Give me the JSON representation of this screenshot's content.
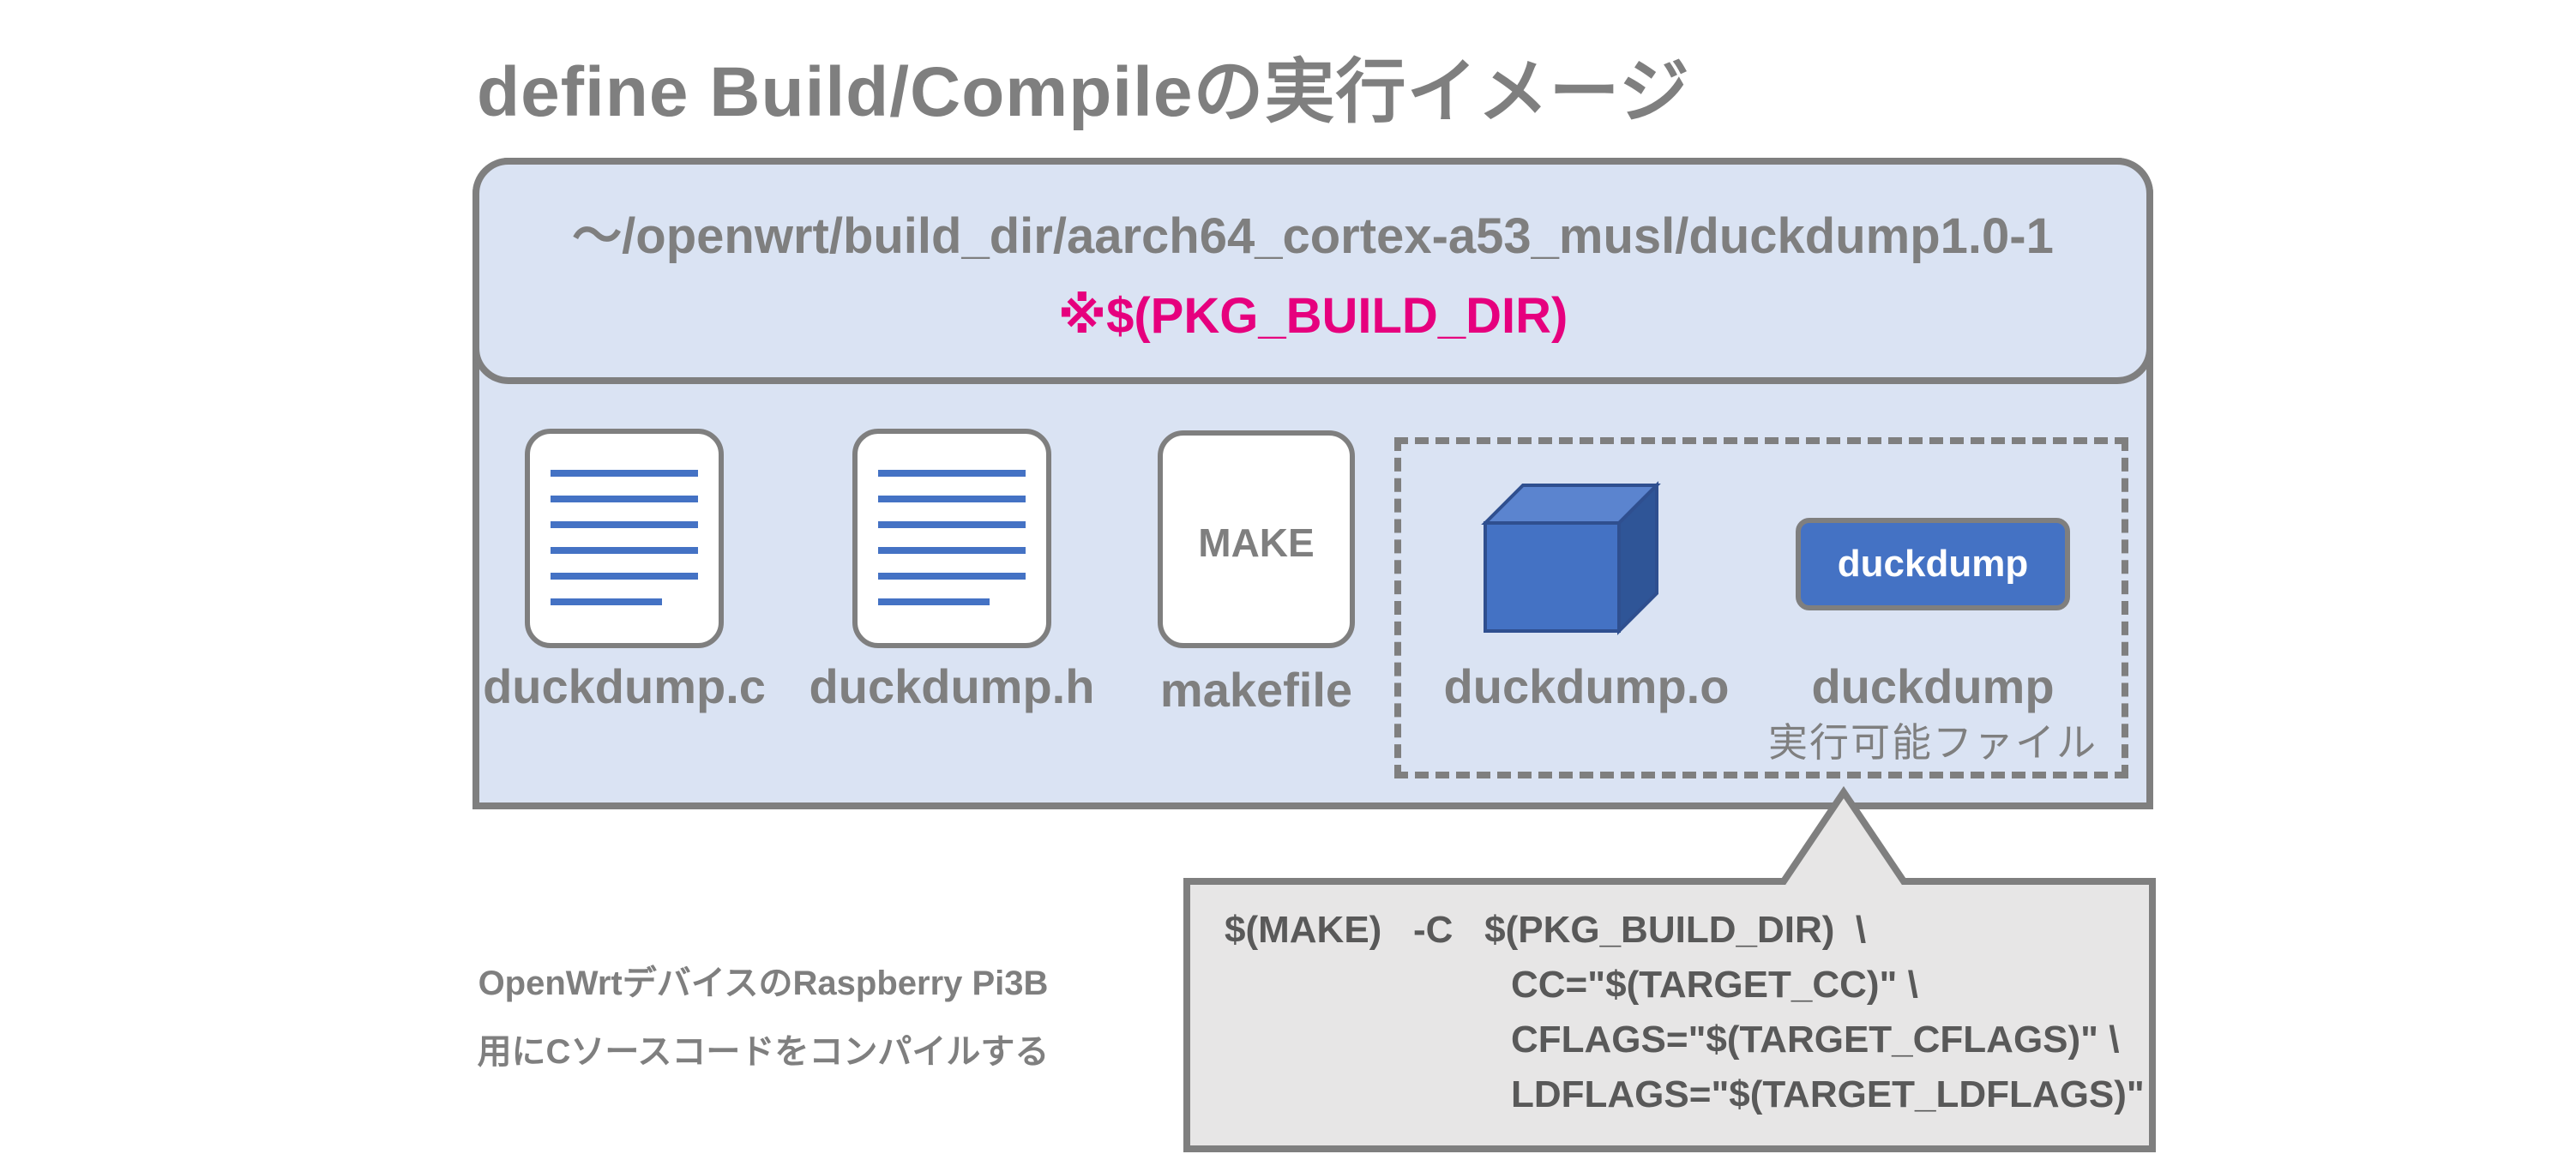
{
  "title": "define  Build/Compileの実行イメージ",
  "build_dir": {
    "path": "～/openwrt/build_dir/aarch64_cortex-a53_musl/duckdump1.0-1",
    "variable": "※$(PKG_BUILD_DIR)"
  },
  "files": [
    {
      "name": "duckdump.c",
      "icon": "text-file-icon"
    },
    {
      "name": "duckdump.h",
      "icon": "text-file-icon"
    },
    {
      "name": "makefile",
      "icon": "makefile-icon",
      "icon_label": "MAKE"
    },
    {
      "name": "duckdump.o",
      "icon": "cube-object-icon"
    },
    {
      "name": "duckdump",
      "icon": "executable-icon",
      "icon_label": "duckdump",
      "sub": "実行可能ファイル"
    }
  ],
  "note": {
    "line1": "OpenWrtデバイスのRaspberry Pi3B",
    "line2": "用にCソースコードをコンパイルする"
  },
  "command": {
    "line1": "$(MAKE)   -C   $(PKG_BUILD_DIR)  \\",
    "line2": "CC=\"$(TARGET_CC)\" \\",
    "line3": "CFLAGS=\"$(TARGET_CFLAGS)\" \\",
    "line4": "LDFLAGS=\"$(TARGET_LDFLAGS)\""
  },
  "colors": {
    "panel": "#dae3f3",
    "border": "#7f7f7f",
    "accent": "#4472c4",
    "highlight": "#e6007e",
    "callout": "#e7e6e6"
  }
}
